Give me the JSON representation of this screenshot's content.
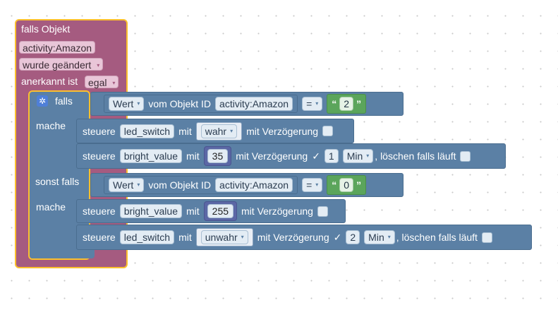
{
  "trigger": {
    "title": "falls Objekt",
    "object_id": "activity:Amazon",
    "event": "wurde geändert",
    "ack_label": "anerkannt ist",
    "ack_value": "egal"
  },
  "if_block": {
    "if_label": "falls",
    "do_label": "mache",
    "elseif_label": "sonst falls",
    "condition1": {
      "value_field": "Wert",
      "of_object": "vom Objekt ID",
      "object_id": "activity:Amazon",
      "operator": "=",
      "string": "2"
    },
    "do1": [
      {
        "action": "steuere",
        "variable": "led_switch",
        "with": "mit",
        "value": "wahr",
        "delay_label": "mit Verzögerung",
        "delay_checked": false
      },
      {
        "action": "steuere",
        "variable": "bright_value",
        "with": "mit",
        "value": "35",
        "delay_label": "mit Verzögerung",
        "delay_checked": true,
        "delay_amount": "1",
        "delay_unit": "Min",
        "clear_label": ", löschen falls läuft",
        "clear_checked": false
      }
    ],
    "condition2": {
      "value_field": "Wert",
      "of_object": "vom Objekt ID",
      "object_id": "activity:Amazon",
      "operator": "=",
      "string": "0"
    },
    "do2": [
      {
        "action": "steuere",
        "variable": "bright_value",
        "with": "mit",
        "value": "255",
        "delay_label": "mit Verzögerung",
        "delay_checked": false
      },
      {
        "action": "steuere",
        "variable": "led_switch",
        "with": "mit",
        "value": "unwahr",
        "delay_label": "mit Verzögerung",
        "delay_checked": true,
        "delay_amount": "2",
        "delay_unit": "Min",
        "clear_label": ", löschen falls läuft",
        "clear_checked": false
      }
    ]
  },
  "glyphs": {
    "dropdown": "▾",
    "check": "✓",
    "quote_open": "“",
    "quote_close": "”",
    "gear": "✲"
  },
  "colors": {
    "trigger_block": "#a55b80",
    "control_block": "#5b80a5",
    "math_block": "#5b67a5",
    "text_block": "#5ba55b",
    "selected_outline": "#fbc02d"
  }
}
